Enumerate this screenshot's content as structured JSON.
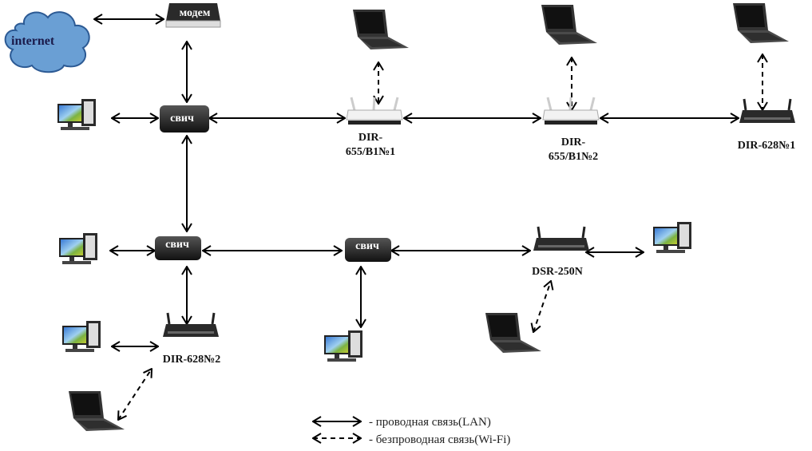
{
  "diagram": {
    "nodes": {
      "internet": {
        "label": "internet",
        "type": "cloud"
      },
      "modem": {
        "label": "модем",
        "type": "modem"
      },
      "switch1": {
        "label": "свич",
        "type": "switch"
      },
      "switch2": {
        "label": "свич",
        "type": "switch"
      },
      "switch3": {
        "label": "свич",
        "type": "switch"
      },
      "dir655_1": {
        "label_line1": "DIR-",
        "label_line2": "655/B1№1",
        "type": "router-white"
      },
      "dir655_2": {
        "label_line1": "DIR-",
        "label_line2": "655/B1№2",
        "type": "router-white"
      },
      "dir628_1": {
        "label": "DIR-628№1",
        "type": "router-black"
      },
      "dir628_2": {
        "label": "DIR-628№2",
        "type": "router-black"
      },
      "dsr250n": {
        "label": "DSR-250N",
        "type": "router-black"
      }
    },
    "connections": [
      {
        "from": "internet",
        "to": "modem",
        "kind": "LAN"
      },
      {
        "from": "modem",
        "to": "switch1",
        "kind": "LAN"
      },
      {
        "from": "pc1",
        "to": "switch1",
        "kind": "LAN"
      },
      {
        "from": "switch1",
        "to": "dir655_1",
        "kind": "LAN"
      },
      {
        "from": "dir655_1",
        "to": "dir655_2",
        "kind": "LAN"
      },
      {
        "from": "dir655_2",
        "to": "dir628_1",
        "kind": "LAN"
      },
      {
        "from": "laptop1",
        "to": "dir655_1",
        "kind": "Wi-Fi"
      },
      {
        "from": "laptop2",
        "to": "dir655_2",
        "kind": "Wi-Fi"
      },
      {
        "from": "laptop3",
        "to": "dir628_1",
        "kind": "Wi-Fi"
      },
      {
        "from": "switch1",
        "to": "switch2",
        "kind": "LAN"
      },
      {
        "from": "pc2",
        "to": "switch2",
        "kind": "LAN"
      },
      {
        "from": "switch2",
        "to": "switch3",
        "kind": "LAN"
      },
      {
        "from": "switch3",
        "to": "dsr250n",
        "kind": "LAN"
      },
      {
        "from": "dsr250n",
        "to": "pc4",
        "kind": "LAN"
      },
      {
        "from": "switch3",
        "to": "pc5",
        "kind": "LAN"
      },
      {
        "from": "laptop5",
        "to": "dsr250n",
        "kind": "Wi-Fi"
      },
      {
        "from": "switch2",
        "to": "dir628_2",
        "kind": "LAN"
      },
      {
        "from": "pc3",
        "to": "dir628_2",
        "kind": "LAN"
      },
      {
        "from": "laptop4",
        "to": "dir628_2",
        "kind": "Wi-Fi"
      }
    ]
  },
  "legend": {
    "wired": "- проводная связь(LAN)",
    "wireless": "- безпроводная связь(Wi-Fi)"
  }
}
